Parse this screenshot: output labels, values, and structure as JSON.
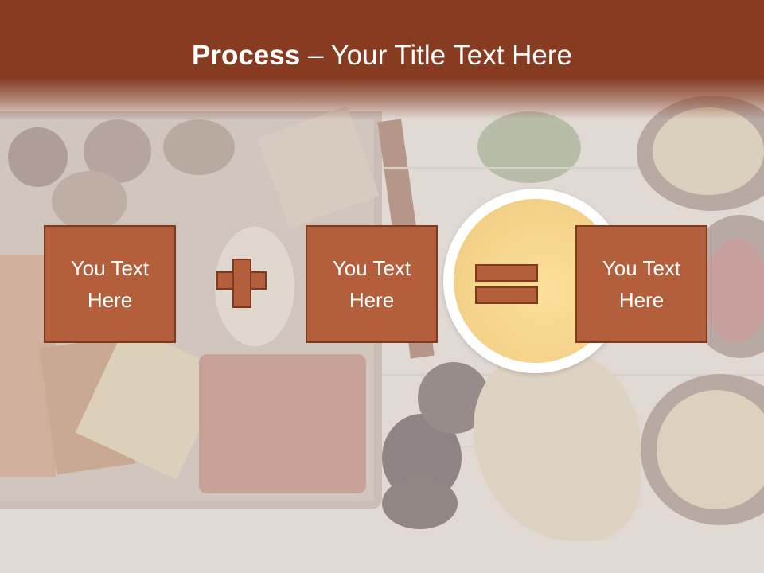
{
  "slide": {
    "title_bold": "Process",
    "title_rest": " – Your Title Text Here",
    "boxes": [
      {
        "text": "You Text\nHere"
      },
      {
        "text": "You Text\nHere"
      },
      {
        "text": "You Text\nHere"
      }
    ],
    "operators": [
      "plus-icon",
      "equals-icon"
    ],
    "colors": {
      "header": "#873c22",
      "box_fill": "#b35f3b",
      "box_border": "#7f3a1e",
      "text": "#ffffff"
    }
  }
}
